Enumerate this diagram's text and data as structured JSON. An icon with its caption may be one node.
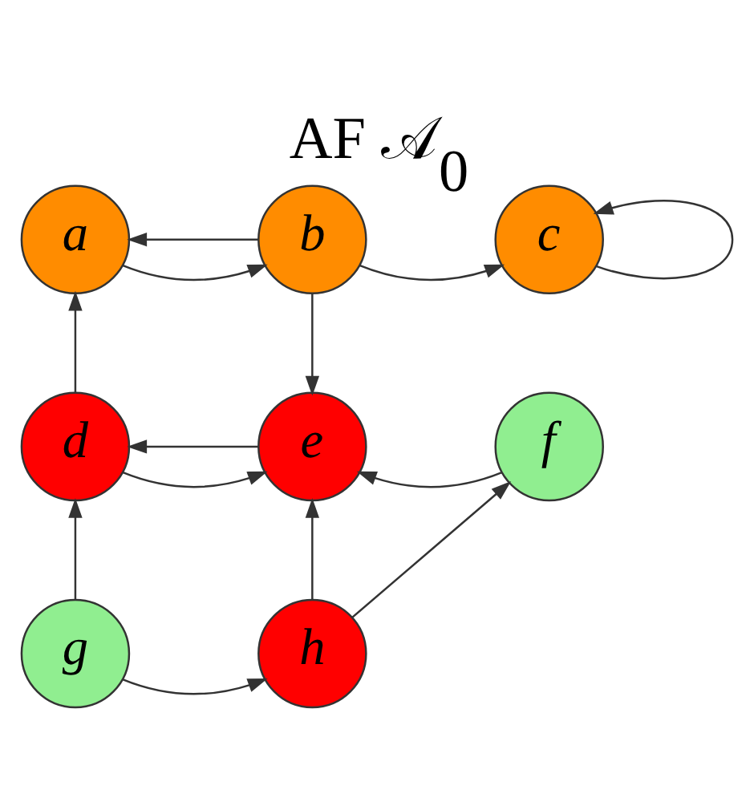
{
  "diagram": {
    "title": "AF 𝒜$_{0}$",
    "nodes": [
      {
        "text": [
          "a"
        ]
      },
      {
        "text": [
          "b"
        ]
      },
      {
        "text": [
          "c"
        ]
      },
      {
        "text": [
          "d"
        ]
      },
      {
        "text": [
          "e"
        ]
      },
      {
        "text": [
          "f"
        ]
      },
      {
        "text": [
          "g"
        ]
      },
      {
        "text": [
          "h"
        ]
      }
    ],
    "edges": [
      {
        "from": 1,
        "to": 0,
        "arrow": "to"
      },
      {
        "from": 0,
        "to": 1,
        "arrow": "to"
      },
      {
        "from": 1,
        "to": 2,
        "arrow": "to"
      },
      {
        "from": 2,
        "to": 2,
        "arrow": "to"
      },
      {
        "from": 1,
        "to": 4,
        "arrow": "to"
      },
      {
        "from": 3,
        "to": 0,
        "arrow": "to"
      },
      {
        "from": 4,
        "to": 3,
        "arrow": "to"
      },
      {
        "from": 3,
        "to": 4,
        "arrow": "to"
      },
      {
        "from": 5,
        "to": 4,
        "arrow": "to"
      },
      {
        "from": 6,
        "to": 3,
        "arrow": "to"
      },
      {
        "from": 7,
        "to": 4,
        "arrow": "to"
      },
      {
        "from": 7,
        "to": 5,
        "arrow": "to"
      },
      {
        "from": 6,
        "to": 7,
        "arrow": "to"
      }
    ]
  }
}
